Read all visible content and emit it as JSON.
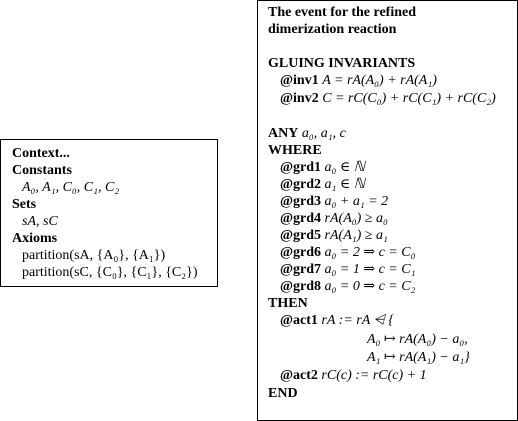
{
  "context": {
    "title": "Context...",
    "constants_heading": "Constants",
    "constants": "A₀, A₁, C₀, C₁, C₂",
    "sets_heading": "Sets",
    "sets": "sA, sC",
    "axioms_heading": "Axioms",
    "axioms": [
      "partition(sA, {A₀}, {A₁})",
      "partition(sC, {C₀}, {C₁}, {C₂})"
    ]
  },
  "event": {
    "title_line1": "The event for the refined",
    "title_line2": "dimerization reaction",
    "gluing_heading": "GLUING INVARIANTS",
    "invariants": [
      {
        "label": "@inv1",
        "expr": "A = rA(A₀) + rA(A₁)"
      },
      {
        "label": "@inv2",
        "expr": "C = rC(C₀) + rC(C₁) + rC(C₂)"
      }
    ],
    "any_keyword": "ANY",
    "any_params": "a₀, a₁, c",
    "where_keyword": "WHERE",
    "guards": [
      {
        "label": "@grd1",
        "expr": "a₀ ∈ ℕ"
      },
      {
        "label": "@grd2",
        "expr": "a₁ ∈ ℕ"
      },
      {
        "label": "@grd3",
        "expr": "a₀ + a₁ = 2"
      },
      {
        "label": "@grd4",
        "expr": "rA(A₀) ≥ a₀"
      },
      {
        "label": "@grd5",
        "expr": "rA(A₁) ≥ a₁"
      },
      {
        "label": "@grd6",
        "expr": "a₀ = 2 ⇒ c = C₀"
      },
      {
        "label": "@grd7",
        "expr": "a₀ = 1 ⇒ c = C₁"
      },
      {
        "label": "@grd8",
        "expr": "a₀ = 0 ⇒ c = C₂"
      }
    ],
    "then_keyword": "THEN",
    "act1_label": "@act1",
    "act1_lines": [
      "rA := rA ⩤ {",
      "A₀ ↦ rA(A₀) − a₀,",
      "A₁ ↦ rA(A₁) − a₁}"
    ],
    "act2_label": "@act2",
    "act2_expr": "rC(c) := rC(c) + 1",
    "end_keyword": "END"
  }
}
